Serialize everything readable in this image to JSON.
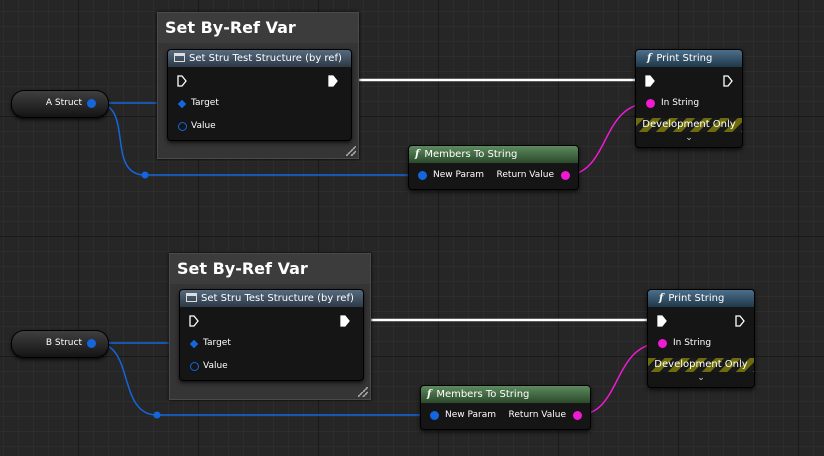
{
  "colors": {
    "struct_pin": "#1466de",
    "string_pin": "#f01ad2",
    "exec_wire": "#ffffff",
    "grid_bg": "#262626"
  },
  "graph": {
    "groups": [
      {
        "comment_title": "Set By-Ref Var",
        "variable": {
          "label": "A Struct"
        },
        "set_node": {
          "title": "Set Stru Test Structure (by ref)",
          "target_label": "Target",
          "value_label": "Value"
        },
        "members_node": {
          "title": "Members To String",
          "input_label": "New Param",
          "output_label": "Return Value"
        },
        "print_node": {
          "title": "Print String",
          "input_label": "In String",
          "footer": "Development Only"
        }
      },
      {
        "comment_title": "Set By-Ref Var",
        "variable": {
          "label": "B Struct"
        },
        "set_node": {
          "title": "Set Stru Test Structure (by ref)",
          "target_label": "Target",
          "value_label": "Value"
        },
        "members_node": {
          "title": "Members To String",
          "input_label": "New Param",
          "output_label": "Return Value"
        },
        "print_node": {
          "title": "Print String",
          "input_label": "In String",
          "footer": "Development Only"
        }
      }
    ]
  },
  "icons": {
    "function": "function-icon",
    "variable": "variable-icon",
    "exec_in": "exec-in-pin-icon",
    "exec_out": "exec-out-pin-icon",
    "expand": "chevron-down-icon"
  }
}
